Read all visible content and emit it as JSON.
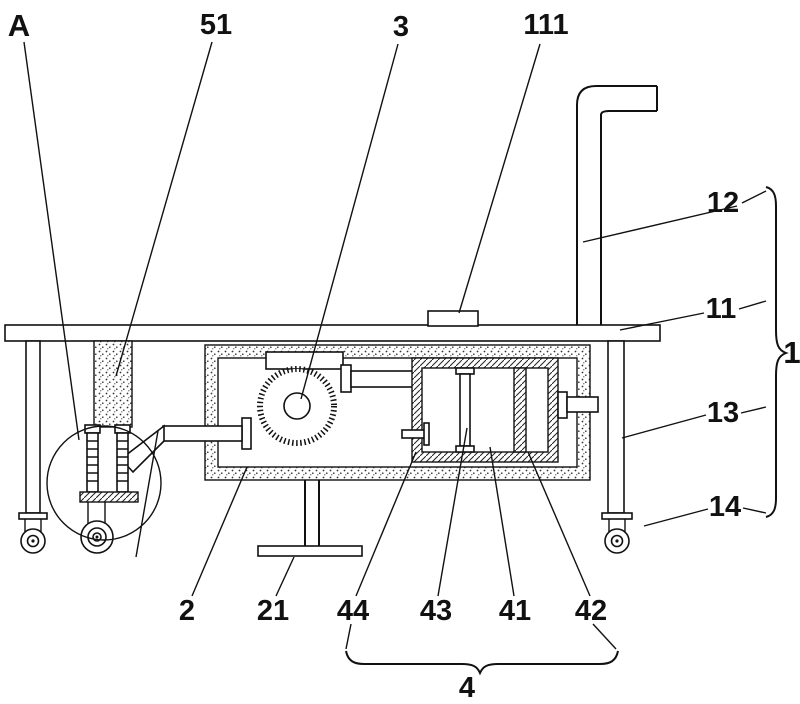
{
  "figure": {
    "title": "patent-style apparatus side view drawing"
  },
  "colors": {
    "ink": "#111111",
    "background": "#ffffff"
  },
  "labels": {
    "A": "A",
    "51": "51",
    "3": "3",
    "111": "111",
    "12": "12",
    "11": "11",
    "1": "1",
    "13": "13",
    "14": "14",
    "2": "2",
    "21": "21",
    "44": "44",
    "43": "43",
    "41": "41",
    "42": "42",
    "4": "4"
  }
}
